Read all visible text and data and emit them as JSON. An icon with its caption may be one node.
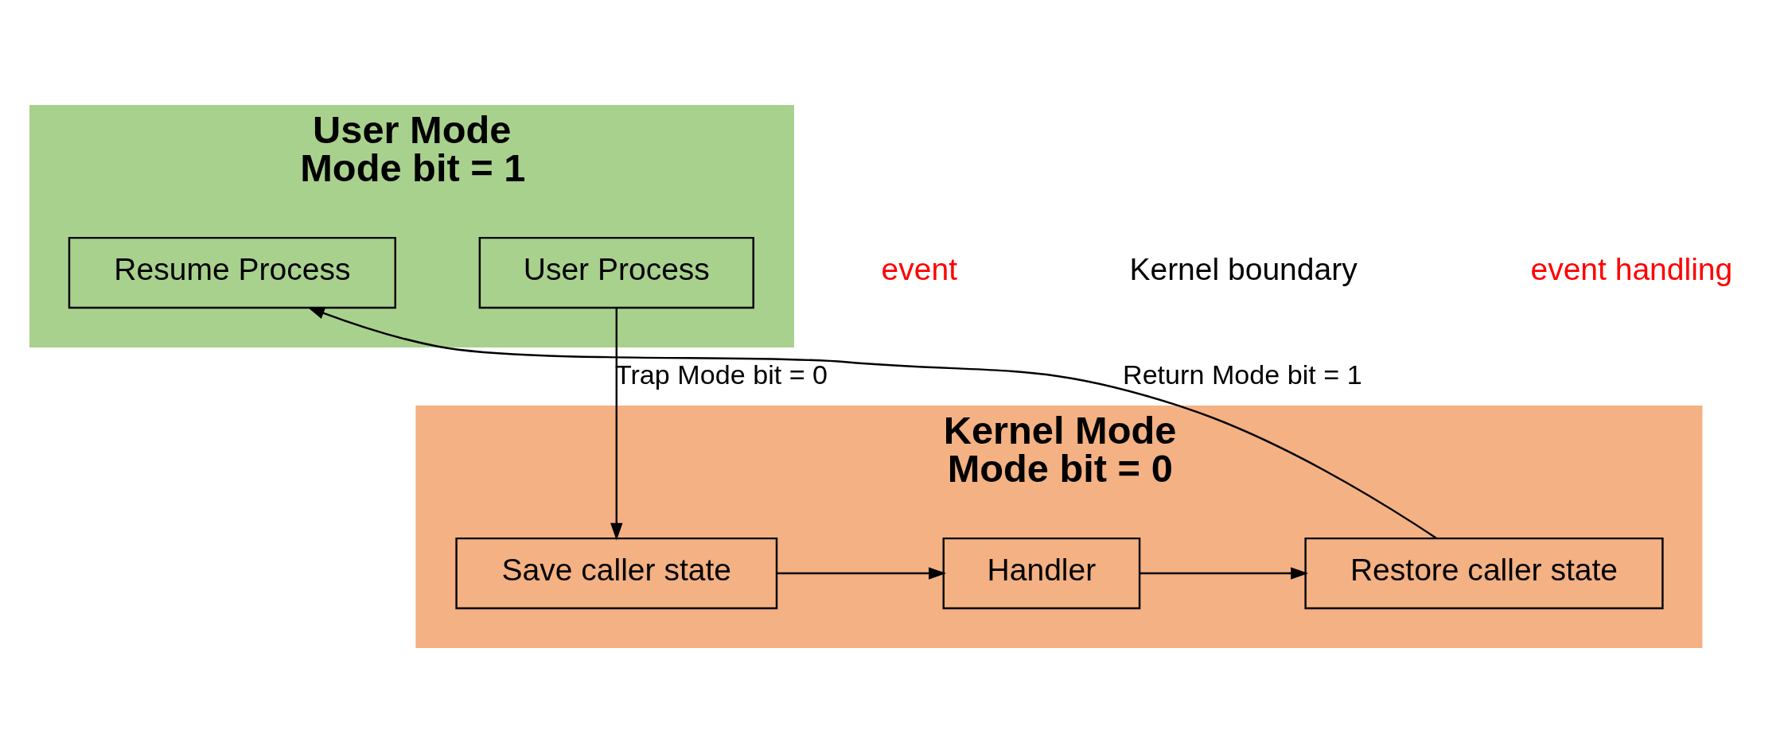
{
  "diagram": {
    "nodes": [
      {
        "text": [
          "User Mode",
          "Mode bit = 1"
        ]
      },
      {
        "text": [
          "User Process"
        ],
        "in": 0
      },
      {
        "text": [
          "Resume Process"
        ],
        "in": 0
      },
      {
        "text": [
          "Kernel Mode",
          "Mode bit = 0"
        ]
      },
      {
        "text": [
          "Save caller state"
        ],
        "in": 3
      },
      {
        "text": [
          "Handler"
        ],
        "in": 3
      },
      {
        "text": [
          "Restore caller state"
        ],
        "in": 3
      }
    ],
    "edges": [
      {
        "from": 1,
        "to": 4,
        "arrow": "to",
        "label": "Trap Mode bit = 0"
      },
      {
        "from": 4,
        "to": 5,
        "arrow": "to"
      },
      {
        "from": 5,
        "to": 6,
        "arrow": "to"
      },
      {
        "from": 6,
        "to": 2,
        "arrow": "to",
        "label": "Return Mode bit = 1"
      }
    ],
    "labels": [
      "event",
      "Kernel boundary",
      "event handling"
    ]
  }
}
